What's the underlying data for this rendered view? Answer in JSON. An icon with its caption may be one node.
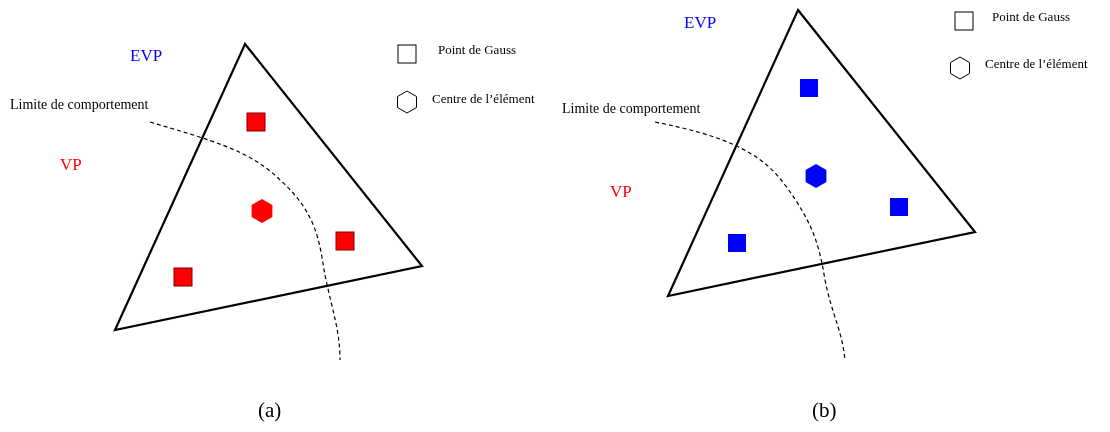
{
  "diagram": {
    "labels": [
      "EVP",
      "Limite de comportement",
      "VP",
      "(a)",
      "EVP",
      "Limite de comportement",
      "VP",
      "(b)"
    ],
    "legend": [
      {
        "text": "Point de Gauss"
      },
      {
        "text": "Centre de l’élément"
      },
      {
        "text": "Point de Gauss"
      },
      {
        "text": "Centre de l’élément"
      }
    ]
  }
}
